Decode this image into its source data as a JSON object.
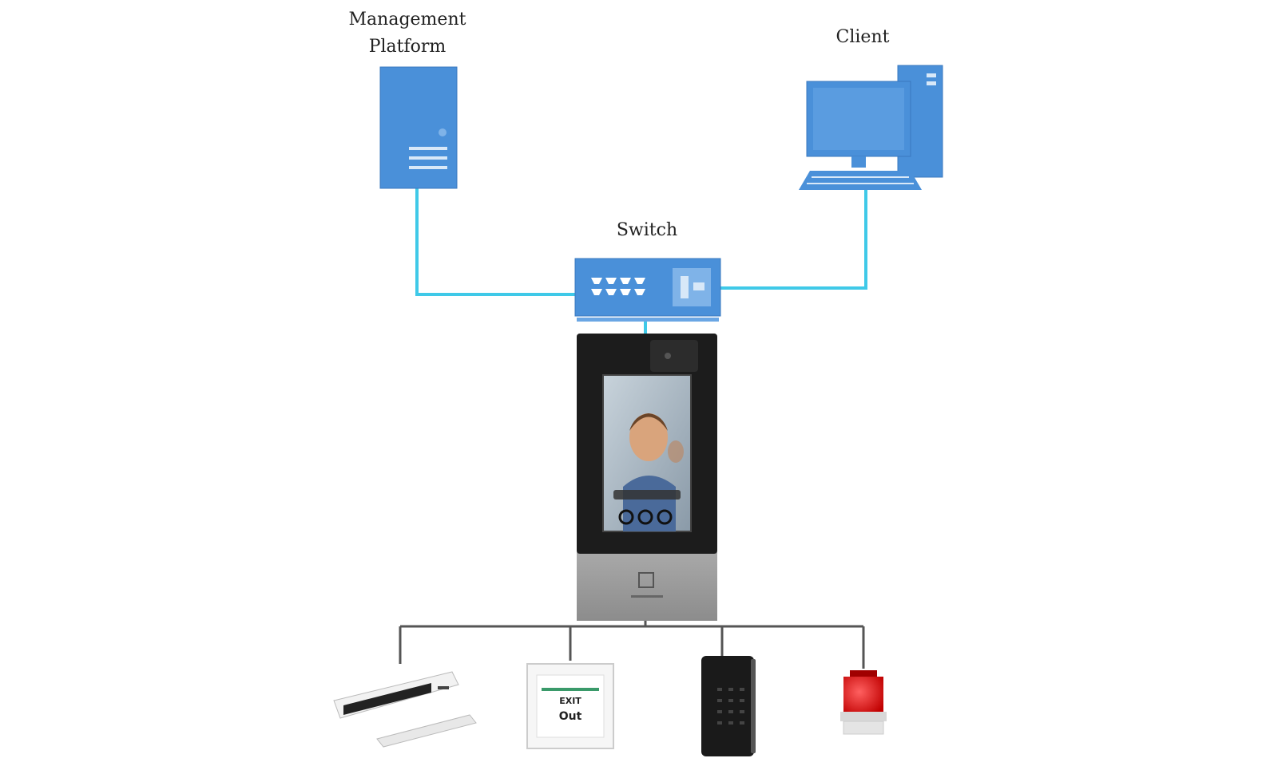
{
  "nodes": {
    "management_platform": {
      "label_line1": "Management",
      "label_line2": "Platform"
    },
    "client": {
      "label": "Client"
    },
    "switch": {
      "label": "Switch"
    },
    "access_terminal": {},
    "exit_button": {
      "text_line1": "EXIT",
      "text_line2": "Out"
    }
  },
  "colors": {
    "device_blue": "#4a90d9",
    "device_blue_dark": "#3a78bf",
    "link_cyan": "#3fc9e8",
    "wire_gray": "#555555",
    "terminal_body": "#1c1c1c",
    "terminal_base": "#9a9a9a",
    "alarm_red": "#e01010"
  },
  "icons": {
    "management_platform": "server-icon",
    "client": "desktop-computer-icon",
    "switch": "network-switch-icon",
    "access_terminal": "face-recognition-terminal-icon",
    "lock": "magnetic-lock-icon",
    "exit_button": "exit-button-icon",
    "card_reader": "card-reader-icon",
    "alarm": "alarm-light-icon"
  }
}
